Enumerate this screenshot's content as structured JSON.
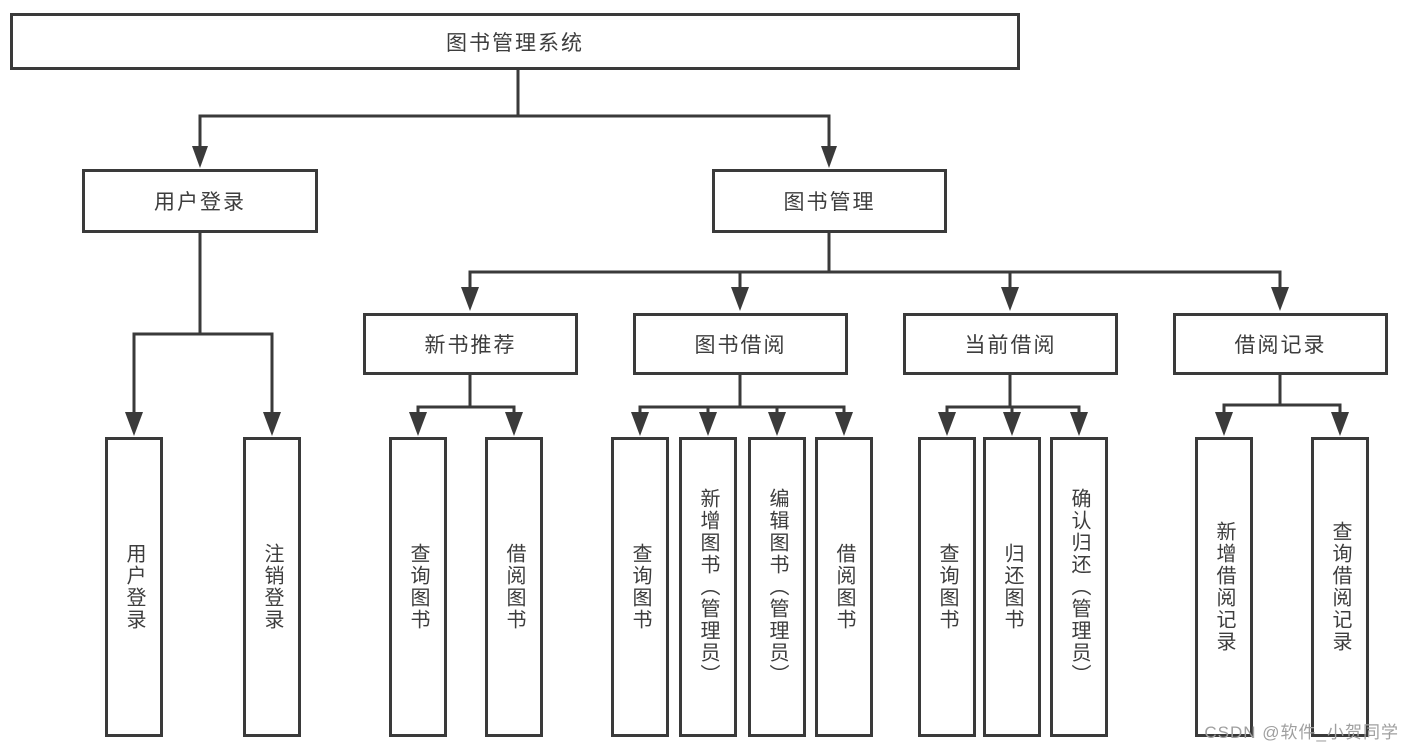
{
  "tree": {
    "root": {
      "label": "图书管理系统",
      "children": [
        {
          "label": "用户登录",
          "children": [
            {
              "label": "用户登录"
            },
            {
              "label": "注销登录"
            }
          ]
        },
        {
          "label": "图书管理",
          "children": [
            {
              "label": "新书推荐",
              "children": [
                {
                  "label": "查询图书"
                },
                {
                  "label": "借阅图书"
                }
              ]
            },
            {
              "label": "图书借阅",
              "children": [
                {
                  "label": "查询图书"
                },
                {
                  "label": "新增图书（管理员）"
                },
                {
                  "label": "编辑图书（管理员）"
                },
                {
                  "label": "借阅图书"
                }
              ]
            },
            {
              "label": "当前借阅",
              "children": [
                {
                  "label": "查询图书"
                },
                {
                  "label": "归还图书"
                },
                {
                  "label": "确认归还（管理员）"
                }
              ]
            },
            {
              "label": "借阅记录",
              "children": [
                {
                  "label": "新增借阅记录"
                },
                {
                  "label": "查询借阅记录"
                }
              ]
            }
          ]
        }
      ]
    }
  },
  "watermark": {
    "text": "CSDN @软件_小贺同学"
  },
  "colors": {
    "line": "#3a3a3a",
    "text": "#3d3d3d",
    "watermark": "#9f9f9f",
    "background": "#ffffff"
  }
}
